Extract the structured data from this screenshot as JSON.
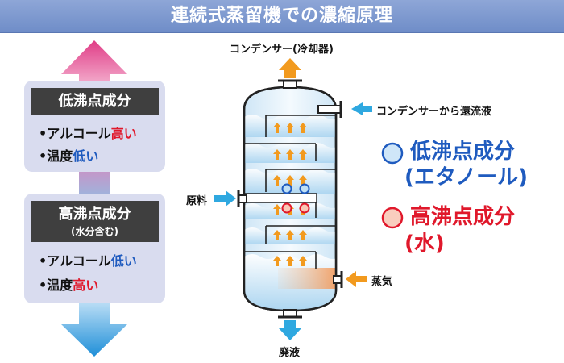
{
  "title": "連続式蒸留機での濃縮原理",
  "panels": {
    "low": {
      "heading": "低沸点成分",
      "bullet1": {
        "prefix": "•アルコール",
        "highlight": "高い"
      },
      "bullet2": {
        "prefix": "•温度",
        "highlight": "低い"
      }
    },
    "high": {
      "heading": "高沸点成分",
      "subheading": "(水分含む)",
      "bullet1": {
        "prefix": "•アルコール",
        "highlight": "低い"
      },
      "bullet2": {
        "prefix": "•温度",
        "highlight": "高い"
      }
    }
  },
  "column_labels": {
    "condenser": "コンデンサー(冷却器)",
    "reflux": "コンデンサーから還流液",
    "feed": "原料",
    "steam": "蒸気",
    "waste": "廃液"
  },
  "legend": {
    "low": {
      "line1": "低沸点成分",
      "line2": "(エタノール)"
    },
    "high": {
      "line1": "高沸点成分",
      "line2": "(水)"
    }
  },
  "colors": {
    "title_bar": "#7f99d0",
    "arrow_up": "#e34f8f",
    "arrow_down": "#2f9be0",
    "low_text": "#1f5bbf",
    "high_text": "#e0182b",
    "flow_arrow": "#f29a1e",
    "pipe_arrow": "#2fa8e0"
  }
}
